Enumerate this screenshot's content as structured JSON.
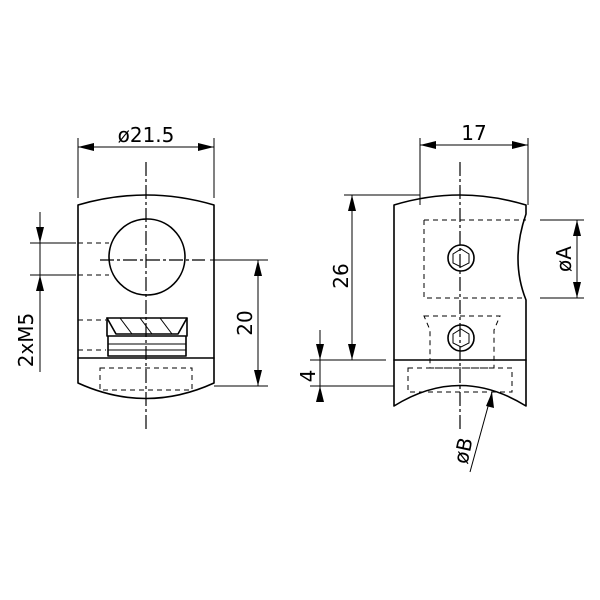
{
  "dimensions": {
    "width": "ø21.5",
    "height": "20",
    "thread": "2xM5",
    "depth": "17",
    "overall": "26",
    "gap": "4",
    "bore_a": "øA",
    "radius_b": "øB"
  }
}
